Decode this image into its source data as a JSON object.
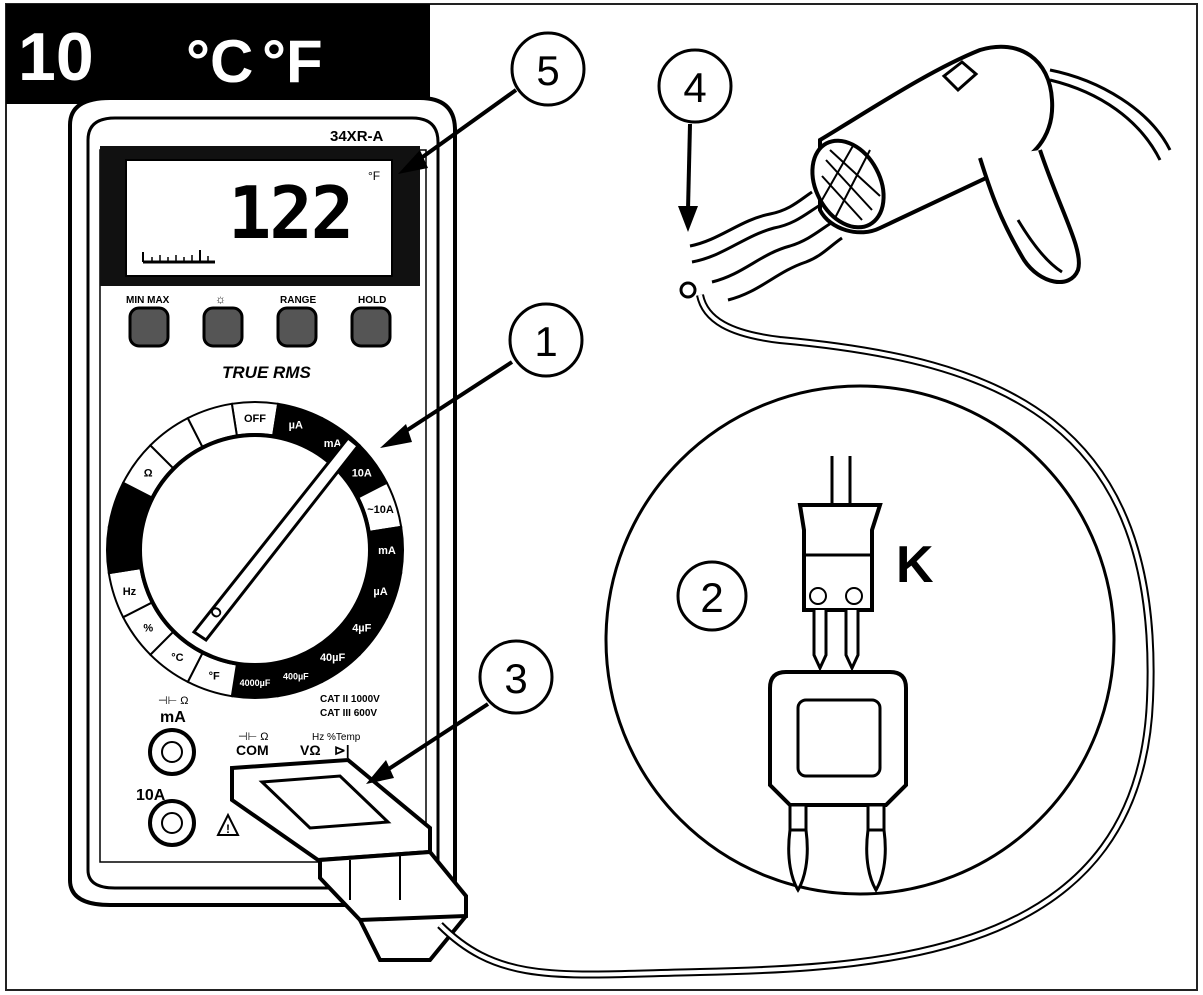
{
  "header": {
    "step_number": "10",
    "celsius_label": "°C",
    "fahrenheit_label": "°F",
    "background_color": "#000000",
    "text_color": "#ffffff"
  },
  "meter": {
    "model": "34XR-A",
    "display_value": "122",
    "display_unit": "°F",
    "buttons": [
      "MIN MAX",
      "☼",
      "RANGE",
      "HOLD"
    ],
    "brand_text": "TRUE RMS",
    "dial_positions": [
      "OFF",
      "µA",
      "mA",
      "10A",
      "~10A",
      "mA",
      "µA",
      "4µF",
      "40µF",
      "400µF",
      "4000µF",
      "°F",
      "°C",
      "%",
      "Hz",
      "",
      "",
      "Ω",
      "",
      ""
    ],
    "category_rating_1": "CAT II 1000V",
    "category_rating_2": "CAT III 600V",
    "jack_labels": {
      "ma_jack": "mA",
      "amp_jack": "10A",
      "com_jack": "COM",
      "volt_jack": "VΩ"
    }
  },
  "callouts": {
    "c1": "1",
    "c2": "2",
    "c3": "3",
    "c4": "4",
    "c5": "5"
  },
  "thermocouple": {
    "type_label": "K"
  }
}
